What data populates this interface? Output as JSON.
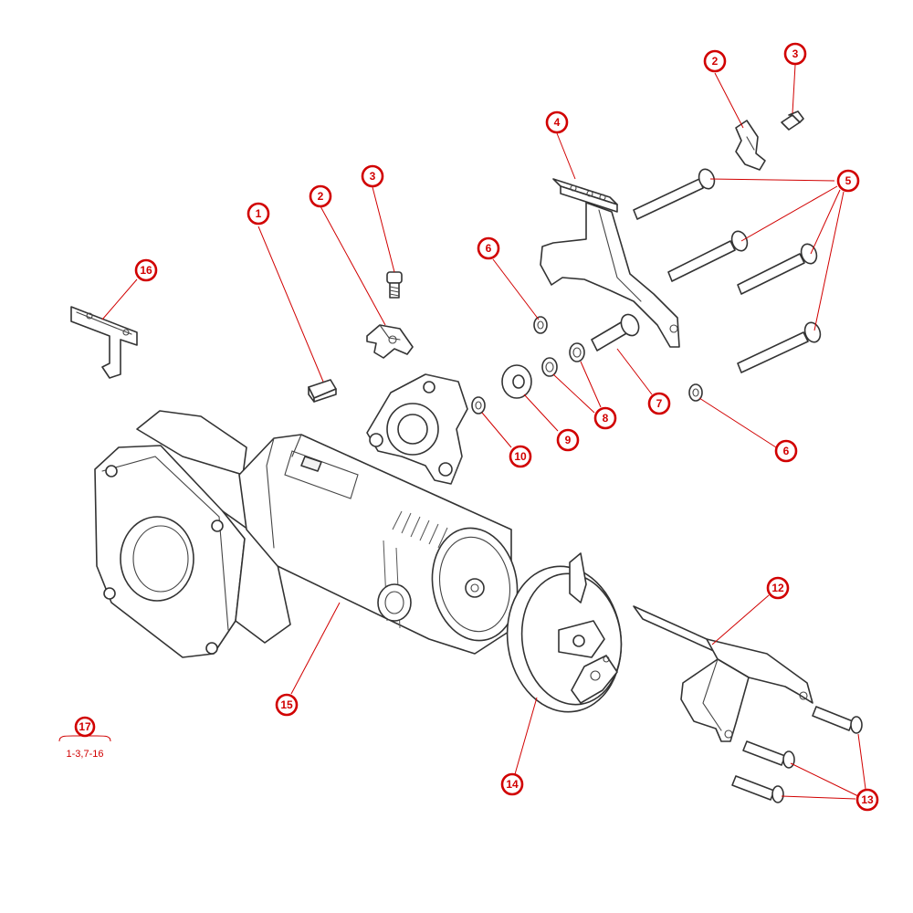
{
  "diagram": {
    "callout_color": "#d10000",
    "callouts": [
      {
        "id": "c1",
        "label": "1"
      },
      {
        "id": "c2a",
        "label": "2"
      },
      {
        "id": "c2b",
        "label": "2"
      },
      {
        "id": "c3a",
        "label": "3"
      },
      {
        "id": "c3b",
        "label": "3"
      },
      {
        "id": "c4",
        "label": "4"
      },
      {
        "id": "c5",
        "label": "5"
      },
      {
        "id": "c6a",
        "label": "6"
      },
      {
        "id": "c6b",
        "label": "6"
      },
      {
        "id": "c7",
        "label": "7"
      },
      {
        "id": "c8",
        "label": "8"
      },
      {
        "id": "c9",
        "label": "9"
      },
      {
        "id": "c10",
        "label": "10"
      },
      {
        "id": "c12",
        "label": "12"
      },
      {
        "id": "c13",
        "label": "13"
      },
      {
        "id": "c14",
        "label": "14"
      },
      {
        "id": "c15",
        "label": "15"
      },
      {
        "id": "c16",
        "label": "16"
      },
      {
        "id": "c17",
        "label": "17"
      }
    ],
    "kit_note": "1-3,7-16"
  }
}
